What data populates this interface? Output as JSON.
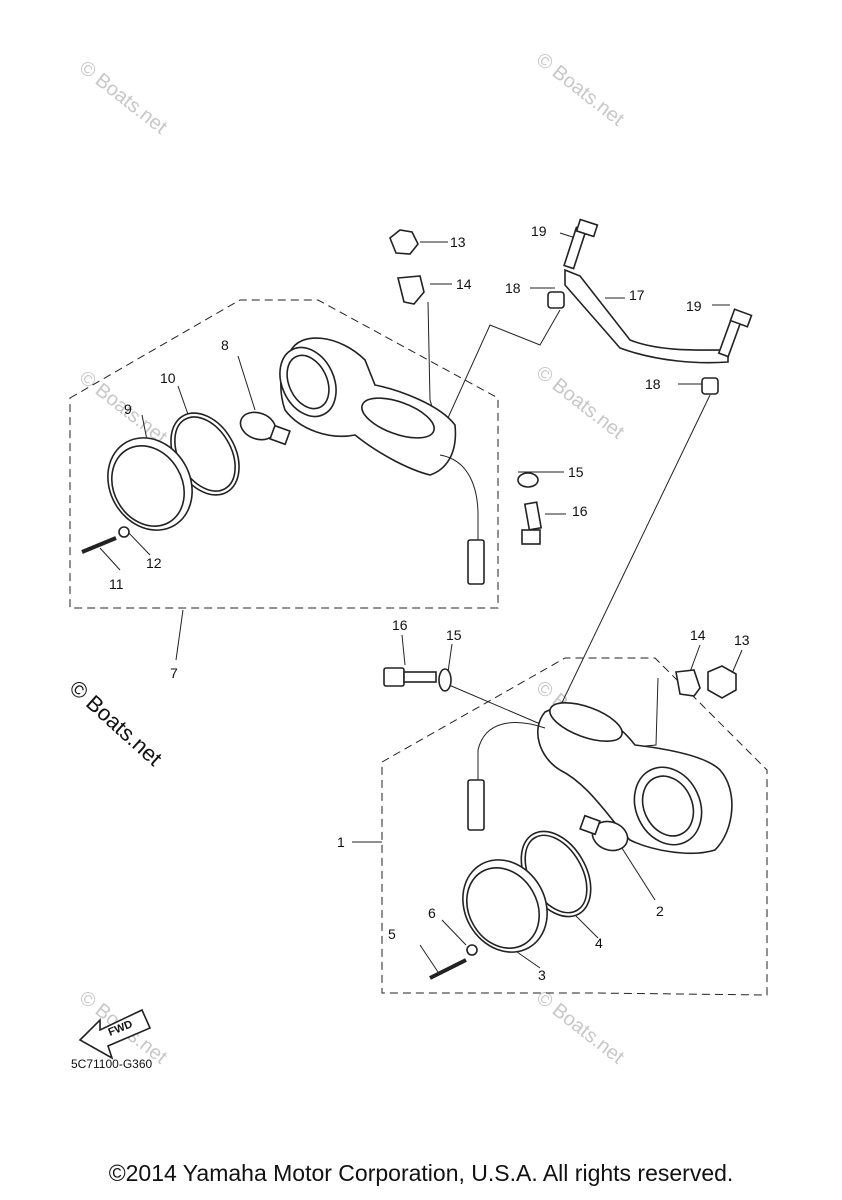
{
  "callouts": {
    "c1": "1",
    "c2": "2",
    "c3": "3",
    "c4": "4",
    "c5": "5",
    "c6": "6",
    "c7": "7",
    "c8": "8",
    "c9": "9",
    "c10": "10",
    "c11": "11",
    "c12": "12",
    "c13a": "13",
    "c14a": "14",
    "c15a": "15",
    "c16a": "16",
    "c13b": "13",
    "c14b": "14",
    "c15b": "15",
    "c16b": "16",
    "c17": "17",
    "c18a": "18",
    "c18b": "18",
    "c19a": "19",
    "c19b": "19"
  },
  "watermarks": {
    "text": "© Boats.net",
    "large": "© Boats.net"
  },
  "fwd_label": "FWD",
  "diagram_code": "5C71100-G360",
  "copyright": "©2014 Yamaha Motor Corporation, U.S.A. All rights reserved."
}
